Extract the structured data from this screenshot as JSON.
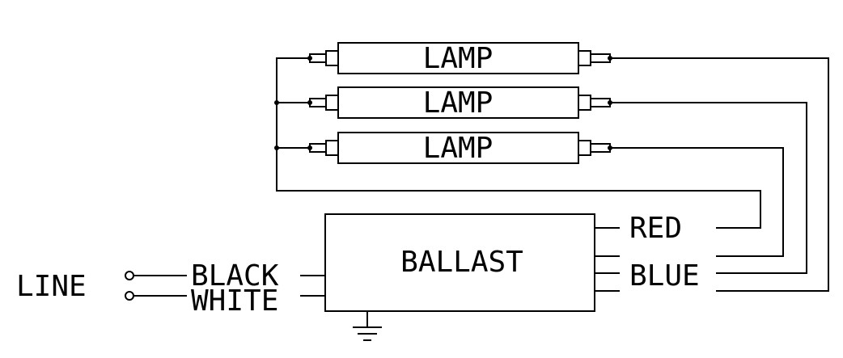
{
  "diagram": {
    "lamps": [
      {
        "label": "LAMP"
      },
      {
        "label": "LAMP"
      },
      {
        "label": "LAMP"
      }
    ],
    "ballast_label": "BALLAST",
    "line_label": "LINE",
    "inputs": {
      "black": "BLACK",
      "white": "WHITE"
    },
    "outputs": {
      "red": "RED",
      "blue": "BLUE"
    },
    "ground_symbol": "ground-icon",
    "line_color": "#000000",
    "background": "#ffffff"
  }
}
